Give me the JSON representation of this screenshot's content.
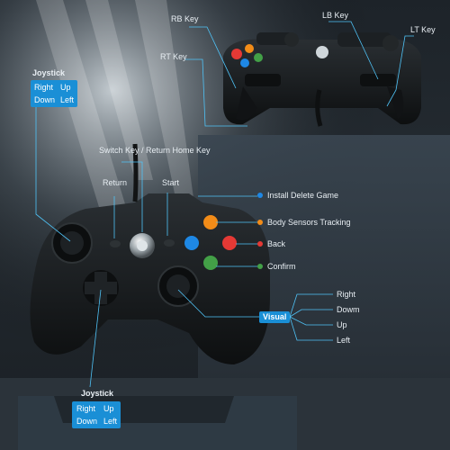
{
  "top_labels": {
    "rb": "RB Key",
    "lb": "LB Key",
    "rt": "RT Key",
    "lt": "LT Key"
  },
  "joystick_top": {
    "title": "Joystick",
    "row1": [
      "Right",
      "Up"
    ],
    "row2": [
      "Down",
      "Left"
    ]
  },
  "joystick_bottom": {
    "title": "Joystick",
    "row1": [
      "Right",
      "Up"
    ],
    "row2": [
      "Down",
      "Left"
    ]
  },
  "switch_key": "Switch Key / Return Home Key",
  "return": "Return",
  "start": "Start",
  "buttons": [
    {
      "label": "Install Delete Game",
      "dot_color": "#1e88e5"
    },
    {
      "label": "Body Sensors Tracking",
      "dot_color": "#f28c18"
    },
    {
      "label": "Back",
      "dot_color": "#e53935"
    },
    {
      "label": "Confirm",
      "dot_color": "#43a047"
    }
  ],
  "visual": {
    "label": "Visual",
    "directions": [
      "Right",
      "Dowm",
      "Up",
      "Left"
    ]
  },
  "colors": {
    "blue_box": "#1a8fd6",
    "line": "#4fc3f7",
    "controller": "#151819"
  }
}
